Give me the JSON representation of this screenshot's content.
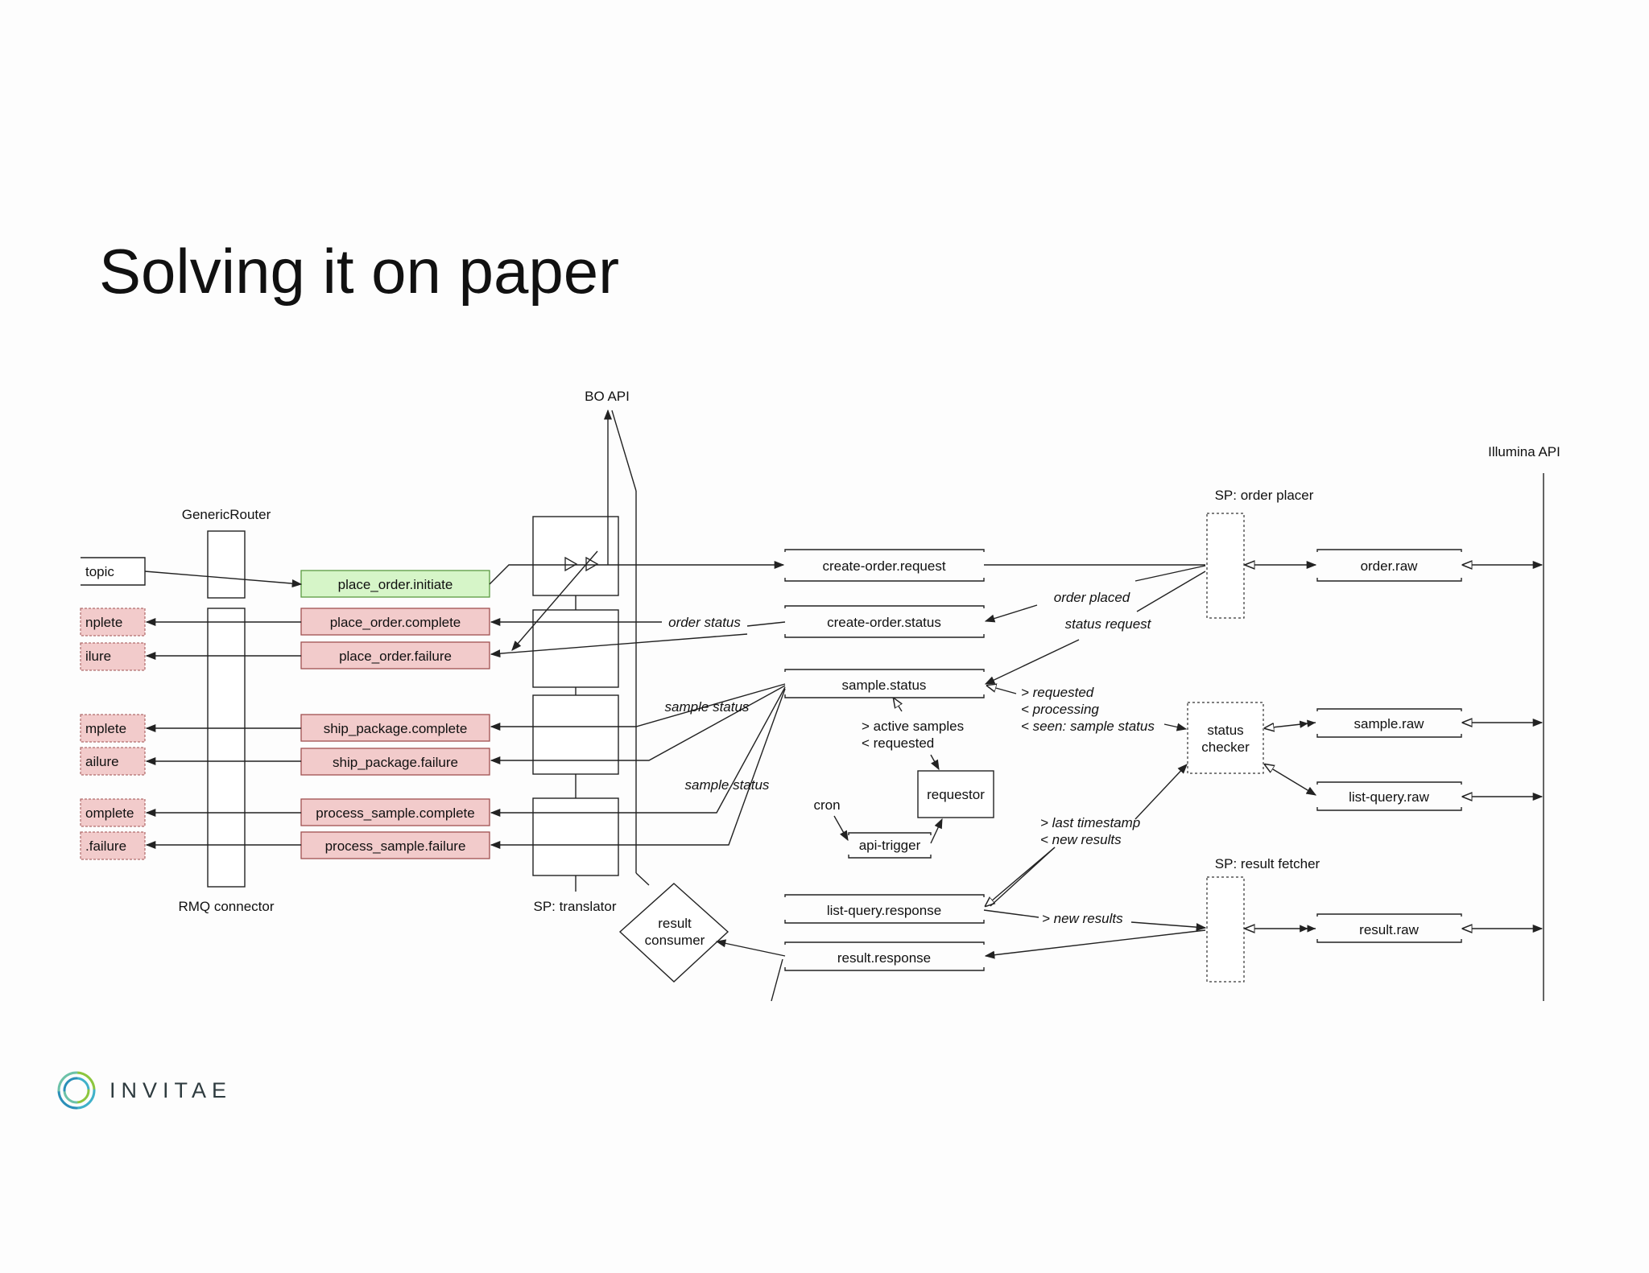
{
  "slide": {
    "title": "Solving it on paper"
  },
  "colors": {
    "initiate_fill": "#d6f5c8",
    "initiate_stroke": "#5a9a40",
    "result_fill": "#f2cbcb",
    "result_stroke": "#a05050",
    "line": "#222222"
  },
  "nodes": {
    "bo_api": "BO API",
    "illumina_api": "Illumina API",
    "generic_router": "GenericRouter",
    "rmq_connector": "RMQ connector",
    "sp_translator": "SP: translator",
    "sp_order_placer": "SP: order placer",
    "sp_result_fetcher": "SP: result fetcher",
    "result_consumer_l1": "result",
    "result_consumer_l2": "consumer",
    "status_checker_l1": "status",
    "status_checker_l2": "checker",
    "requestor": "requestor",
    "cron": "cron",
    "api_trigger": "api-trigger"
  },
  "left_stubs": [
    "topic",
    "nplete",
    "ilure",
    "mplete",
    "ailure",
    "omplete",
    ".failure"
  ],
  "queues": [
    "place_order.initiate",
    "place_order.complete",
    "place_order.failure",
    "ship_package.complete",
    "ship_package.failure",
    "process_sample.complete",
    "process_sample.failure"
  ],
  "streams": [
    "create-order.request",
    "create-order.status",
    "sample.status",
    "list-query.response",
    "result.response"
  ],
  "raw_topics": [
    "order.raw",
    "sample.raw",
    "list-query.raw",
    "result.raw"
  ],
  "annotations": {
    "order_status": "order status",
    "sample_status_1": "sample status",
    "sample_status_2": "sample status",
    "order_placed": "order placed",
    "status_request": "status request",
    "requested": "> requested",
    "processing": "< processing",
    "seen_sample_status": "< seen: sample status",
    "active_samples": "> active samples",
    "requested_back": "< requested",
    "last_timestamp": "> last timestamp",
    "new_results_back": "< new results",
    "new_results": "> new results"
  },
  "logo": {
    "text": "INVITAE"
  }
}
